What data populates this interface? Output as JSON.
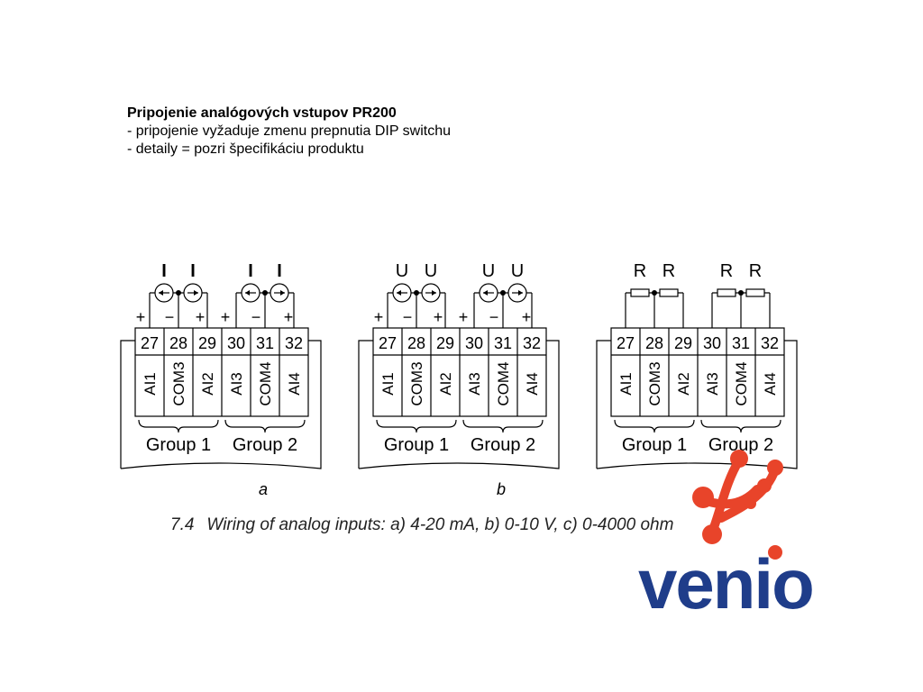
{
  "header": {
    "title": "Pripojenie analógových vstupov PR200",
    "line1": "- pripojenie vyžaduje zmenu prepnutia DIP switchu",
    "line2": "- detaily = pozri špecifikáciu produktu"
  },
  "terminals": {
    "numbers": [
      "27",
      "28",
      "29",
      "30",
      "31",
      "32"
    ],
    "labels": [
      "AI1",
      "COM3",
      "AI2",
      "AI3",
      "COM4",
      "AI4"
    ]
  },
  "groups": [
    "Group 1",
    "Group 2"
  ],
  "diagrams": [
    {
      "id": "a",
      "letter": "a",
      "sources": [
        "I",
        "I",
        "I",
        "I"
      ],
      "polarity": [
        "+",
        "−",
        "+",
        "+",
        "−",
        "+"
      ],
      "element": "current-source"
    },
    {
      "id": "b",
      "letter": "b",
      "sources": [
        "U",
        "U",
        "U",
        "U"
      ],
      "polarity": [
        "+",
        "−",
        "+",
        "+",
        "−",
        "+"
      ],
      "element": "voltage-source"
    },
    {
      "id": "c",
      "letter": "",
      "sources": [
        "R",
        "R",
        "R",
        "R"
      ],
      "polarity": [],
      "element": "resistor"
    }
  ],
  "caption": {
    "number": "7.4",
    "text": "Wiring of analog inputs: a) 4-20 mA, b) 0-10 V, c) 0-4000 ohm"
  },
  "logo": {
    "text": "venio",
    "text_color": "#1f3d8a",
    "accent_color": "#e8442a"
  }
}
